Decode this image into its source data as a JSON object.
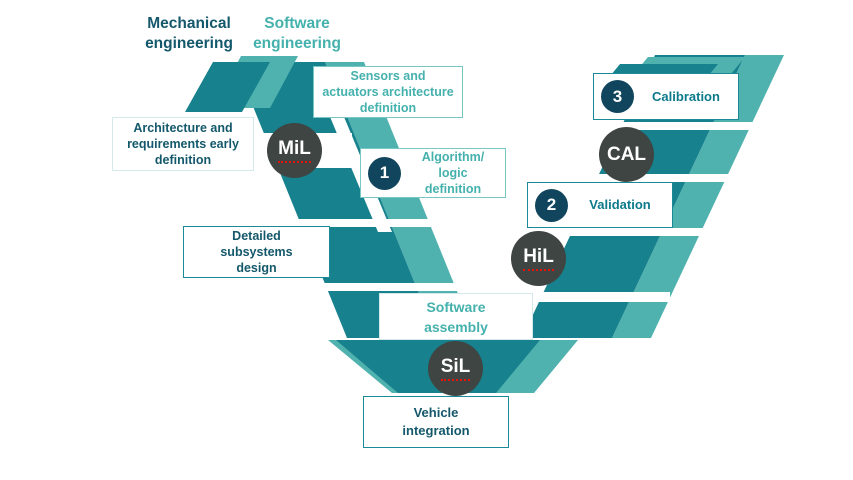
{
  "header": {
    "mechanical": {
      "lines": [
        "Mechanical",
        "engineering"
      ]
    },
    "software": {
      "lines": [
        "Software",
        "engineering"
      ]
    }
  },
  "boxes": {
    "sensors": {
      "lines": [
        "Sensors and",
        "actuators architecture",
        "definition"
      ]
    },
    "architecture": {
      "lines": [
        "Architecture and",
        "requirements early",
        "definition"
      ]
    },
    "algorithm": {
      "number": "1",
      "lines": [
        "Algorithm/",
        "logic",
        "definition"
      ]
    },
    "detailed": {
      "lines": [
        "Detailed",
        "subsystems",
        "design"
      ]
    },
    "software_assembly": {
      "lines": [
        "Software",
        "assembly"
      ]
    },
    "vehicle": {
      "lines": [
        "Vehicle",
        "integration"
      ]
    },
    "validation": {
      "number": "2",
      "label": "Validation"
    },
    "calibration": {
      "number": "3",
      "label": "Calibration"
    }
  },
  "badges": {
    "mil": {
      "label": "MiL"
    },
    "cal": {
      "label": "CAL"
    },
    "hil": {
      "label": "HiL"
    },
    "sil": {
      "label": "SiL"
    }
  },
  "colors": {
    "ribbon_dark": "#17818D",
    "ribbon_light": "#50B2AE",
    "number_circle": "#11455E",
    "loop_badge": "#3F4543",
    "text_dark": "#14586B",
    "text_medium": "#0D7A8B",
    "text_light": "#45B1AD",
    "box_border": "#1B8A96",
    "spellcheck_red": "#E8110C"
  }
}
